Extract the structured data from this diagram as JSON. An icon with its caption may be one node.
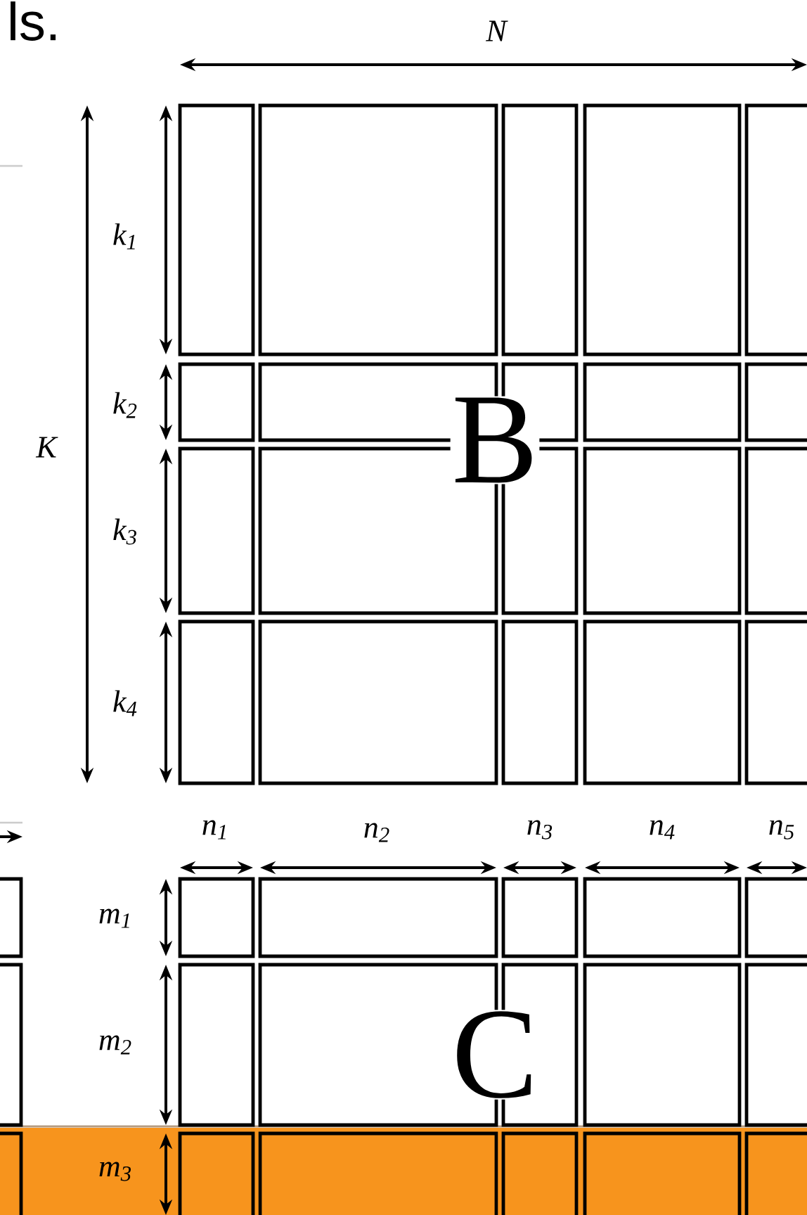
{
  "diagram": {
    "labels": [
      "ls.",
      "N",
      "K",
      "k$_{1}$",
      "k$_{2}$",
      "k$_{3}$",
      "k$_{4}$",
      "B",
      "n$_{1}$",
      "n$_{2}$",
      "n$_{3}$",
      "n$_{4}$",
      "n$_{5}$",
      "m$_{1}$",
      "m$_{2}$",
      "m$_{3}$",
      "C"
    ]
  }
}
